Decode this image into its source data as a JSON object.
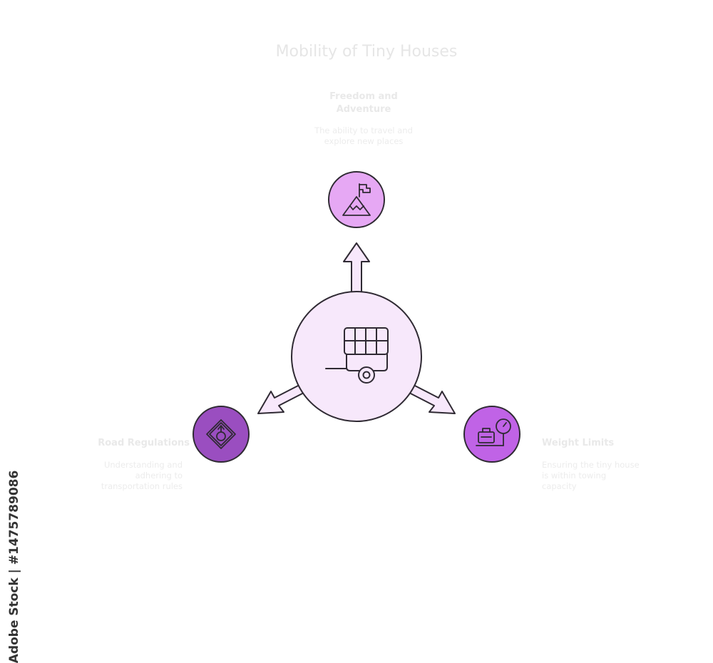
{
  "title": "Mobility of Tiny Houses",
  "center": {
    "icon": "trailer-icon"
  },
  "nodes": [
    {
      "label_lines": [
        "Freedom and",
        "Adventure"
      ],
      "desc_lines": [
        "The ability to travel and",
        "explore new places"
      ],
      "icon": "mountain-flag-icon",
      "color": "#e6a8f4"
    },
    {
      "label_lines": [
        "Road Regulations"
      ],
      "desc_lines": [
        "Understanding and",
        "adhering to",
        "transportation rules"
      ],
      "icon": "road-sign-icon",
      "color": "#9a4ec0"
    },
    {
      "label_lines": [
        "Weight Limits"
      ],
      "desc_lines": [
        "Ensuring the tiny house",
        "is within towing",
        "capacity"
      ],
      "icon": "luggage-scale-icon",
      "color": "#c063e6"
    }
  ],
  "colors": {
    "center_fill": "#f7e8fb",
    "stroke": "#2f2a33"
  },
  "watermark": "Adobe Stock | #1475789086"
}
